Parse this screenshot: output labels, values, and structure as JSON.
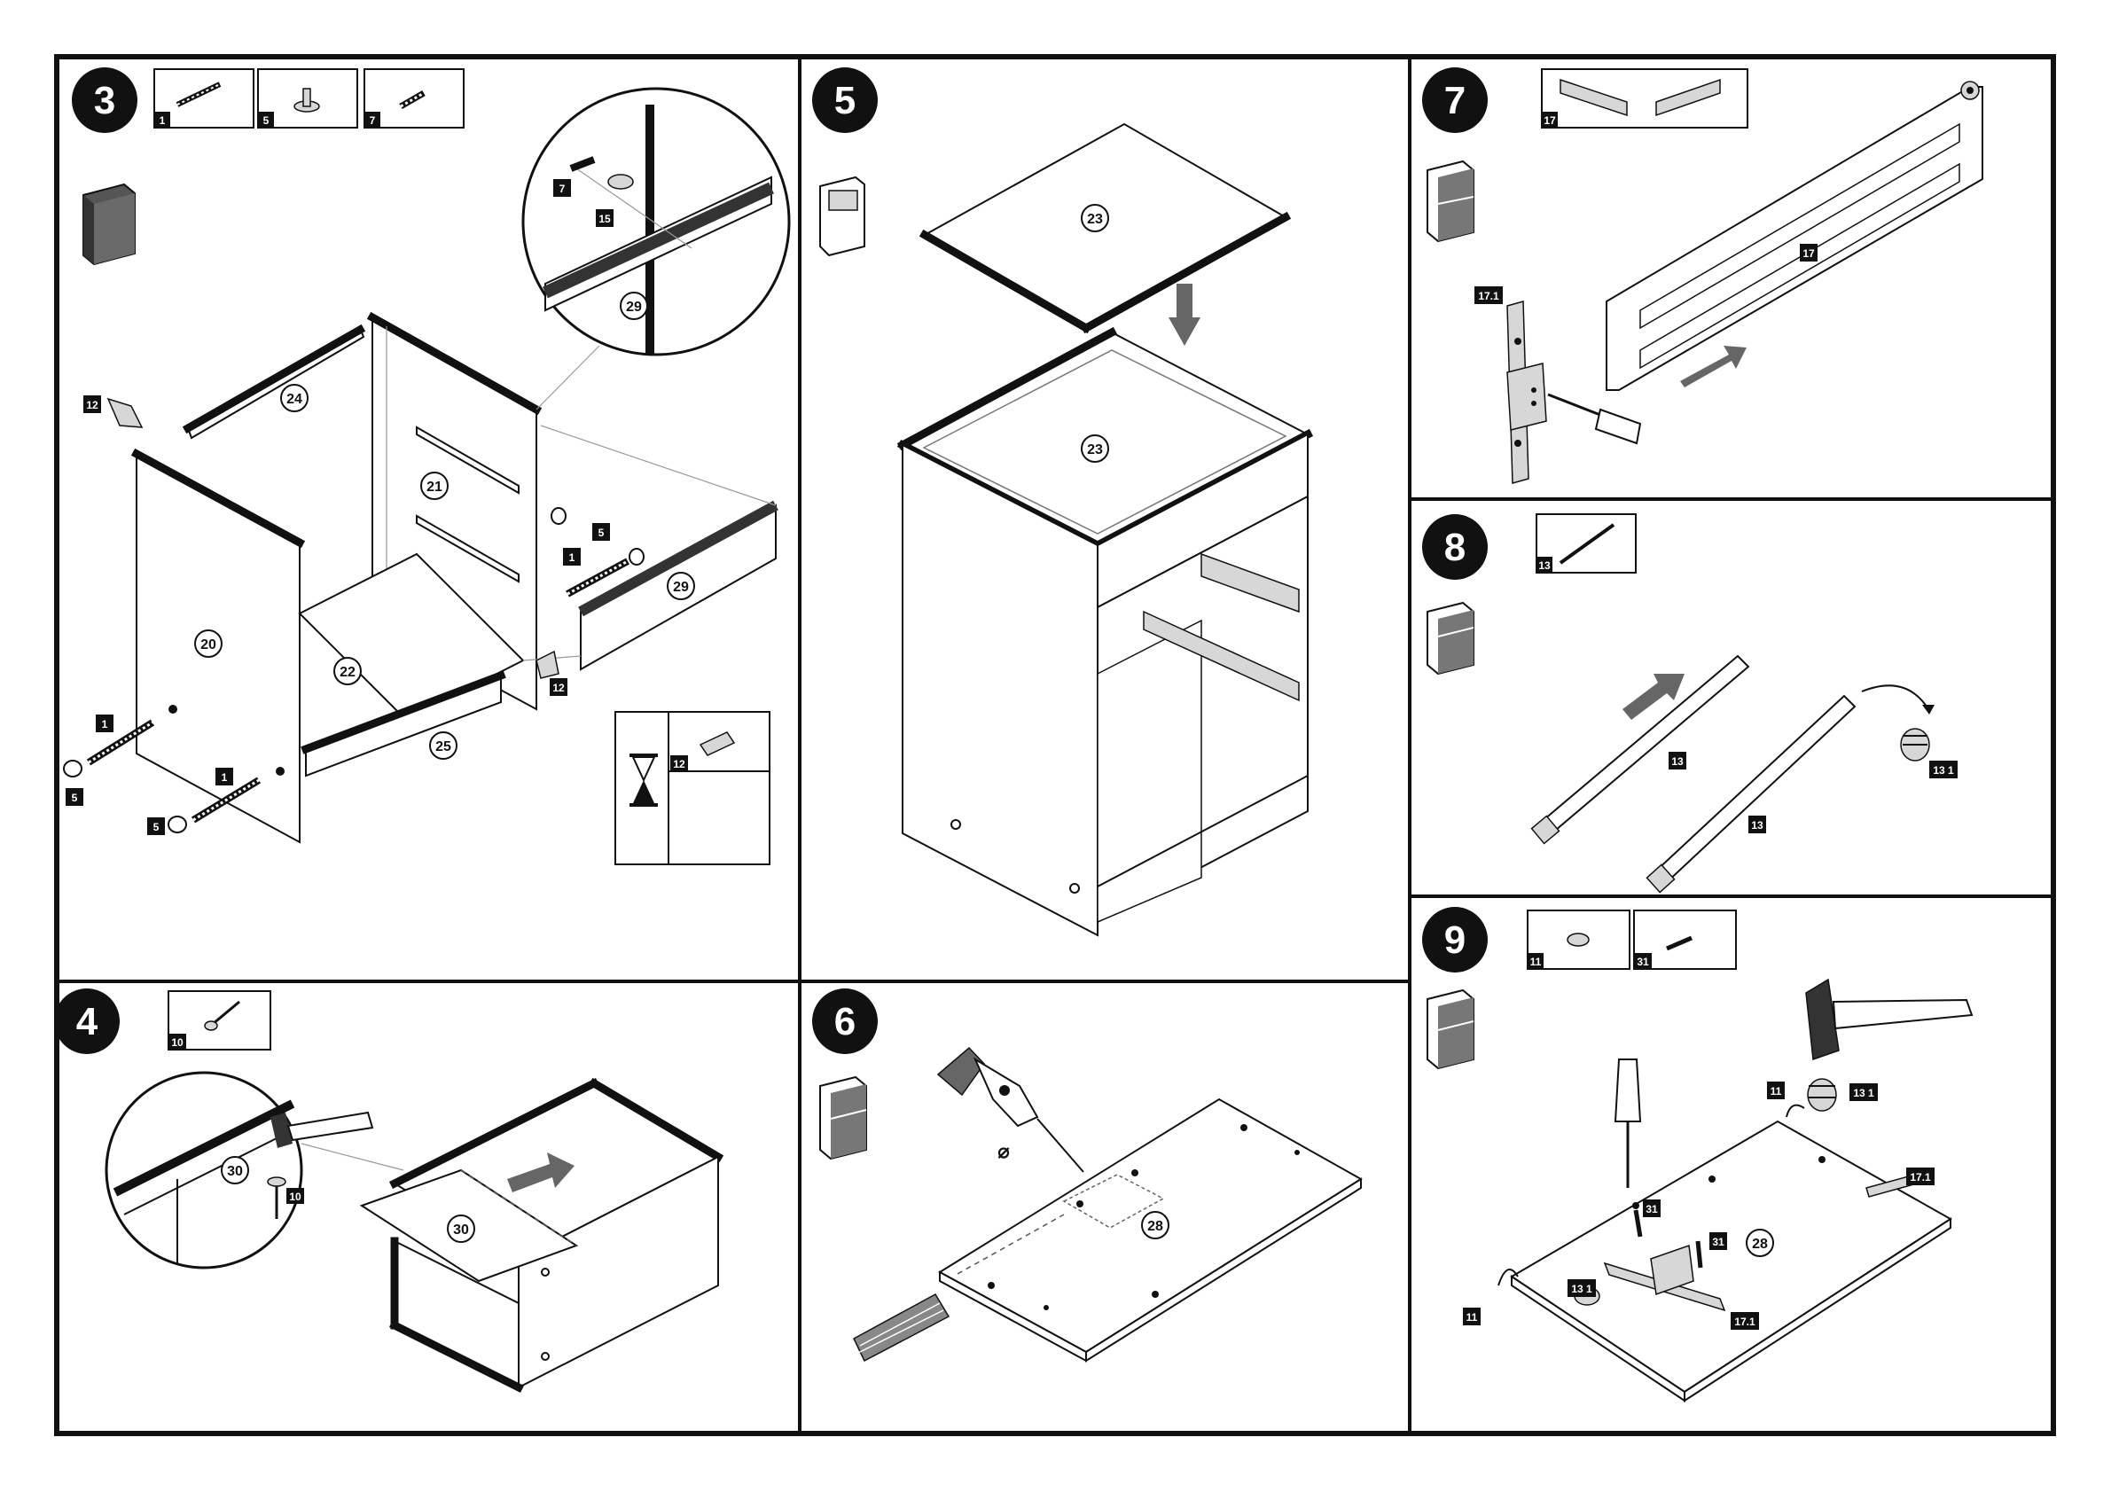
{
  "steps": [
    {
      "number": "3",
      "parts": [
        "1",
        "5",
        "7"
      ]
    },
    {
      "number": "5"
    },
    {
      "number": "7",
      "parts": [
        "17"
      ]
    },
    {
      "number": "8",
      "parts": [
        "13"
      ]
    },
    {
      "number": "9",
      "parts": [
        "11",
        "31"
      ]
    },
    {
      "number": "4",
      "parts": [
        "10"
      ]
    },
    {
      "number": "6"
    }
  ],
  "step3": {
    "callouts": [
      "24",
      "21",
      "20",
      "22",
      "25",
      "29"
    ],
    "tags": [
      "12",
      "1",
      "5",
      "1",
      "5",
      "12",
      "1",
      "5"
    ],
    "detail_tags": [
      "7",
      "15"
    ],
    "detail_callout": "29",
    "glue_tag": "12"
  },
  "step5": {
    "callouts": [
      "23",
      "23"
    ]
  },
  "step7": {
    "callouts": [
      "17"
    ],
    "tags": [
      "17.1"
    ]
  },
  "step8": {
    "tags": [
      "13",
      "13",
      "13 1"
    ]
  },
  "step9": {
    "callouts": [
      "28"
    ],
    "tags": [
      "11",
      "13 1",
      "17.1",
      "31",
      "31",
      "11",
      "13 1",
      "17.1"
    ]
  },
  "step4": {
    "callouts": [
      "30",
      "30"
    ],
    "tags": [
      "10"
    ]
  },
  "step6": {
    "callouts": [
      "28"
    ],
    "diameter_symbol": "⌀"
  },
  "icons": [
    "hourglass-icon",
    "glue-tube-icon",
    "hammer-icon",
    "screwdriver-icon",
    "drill-icon",
    "arrow-icon",
    "wood-shavings-icon"
  ]
}
